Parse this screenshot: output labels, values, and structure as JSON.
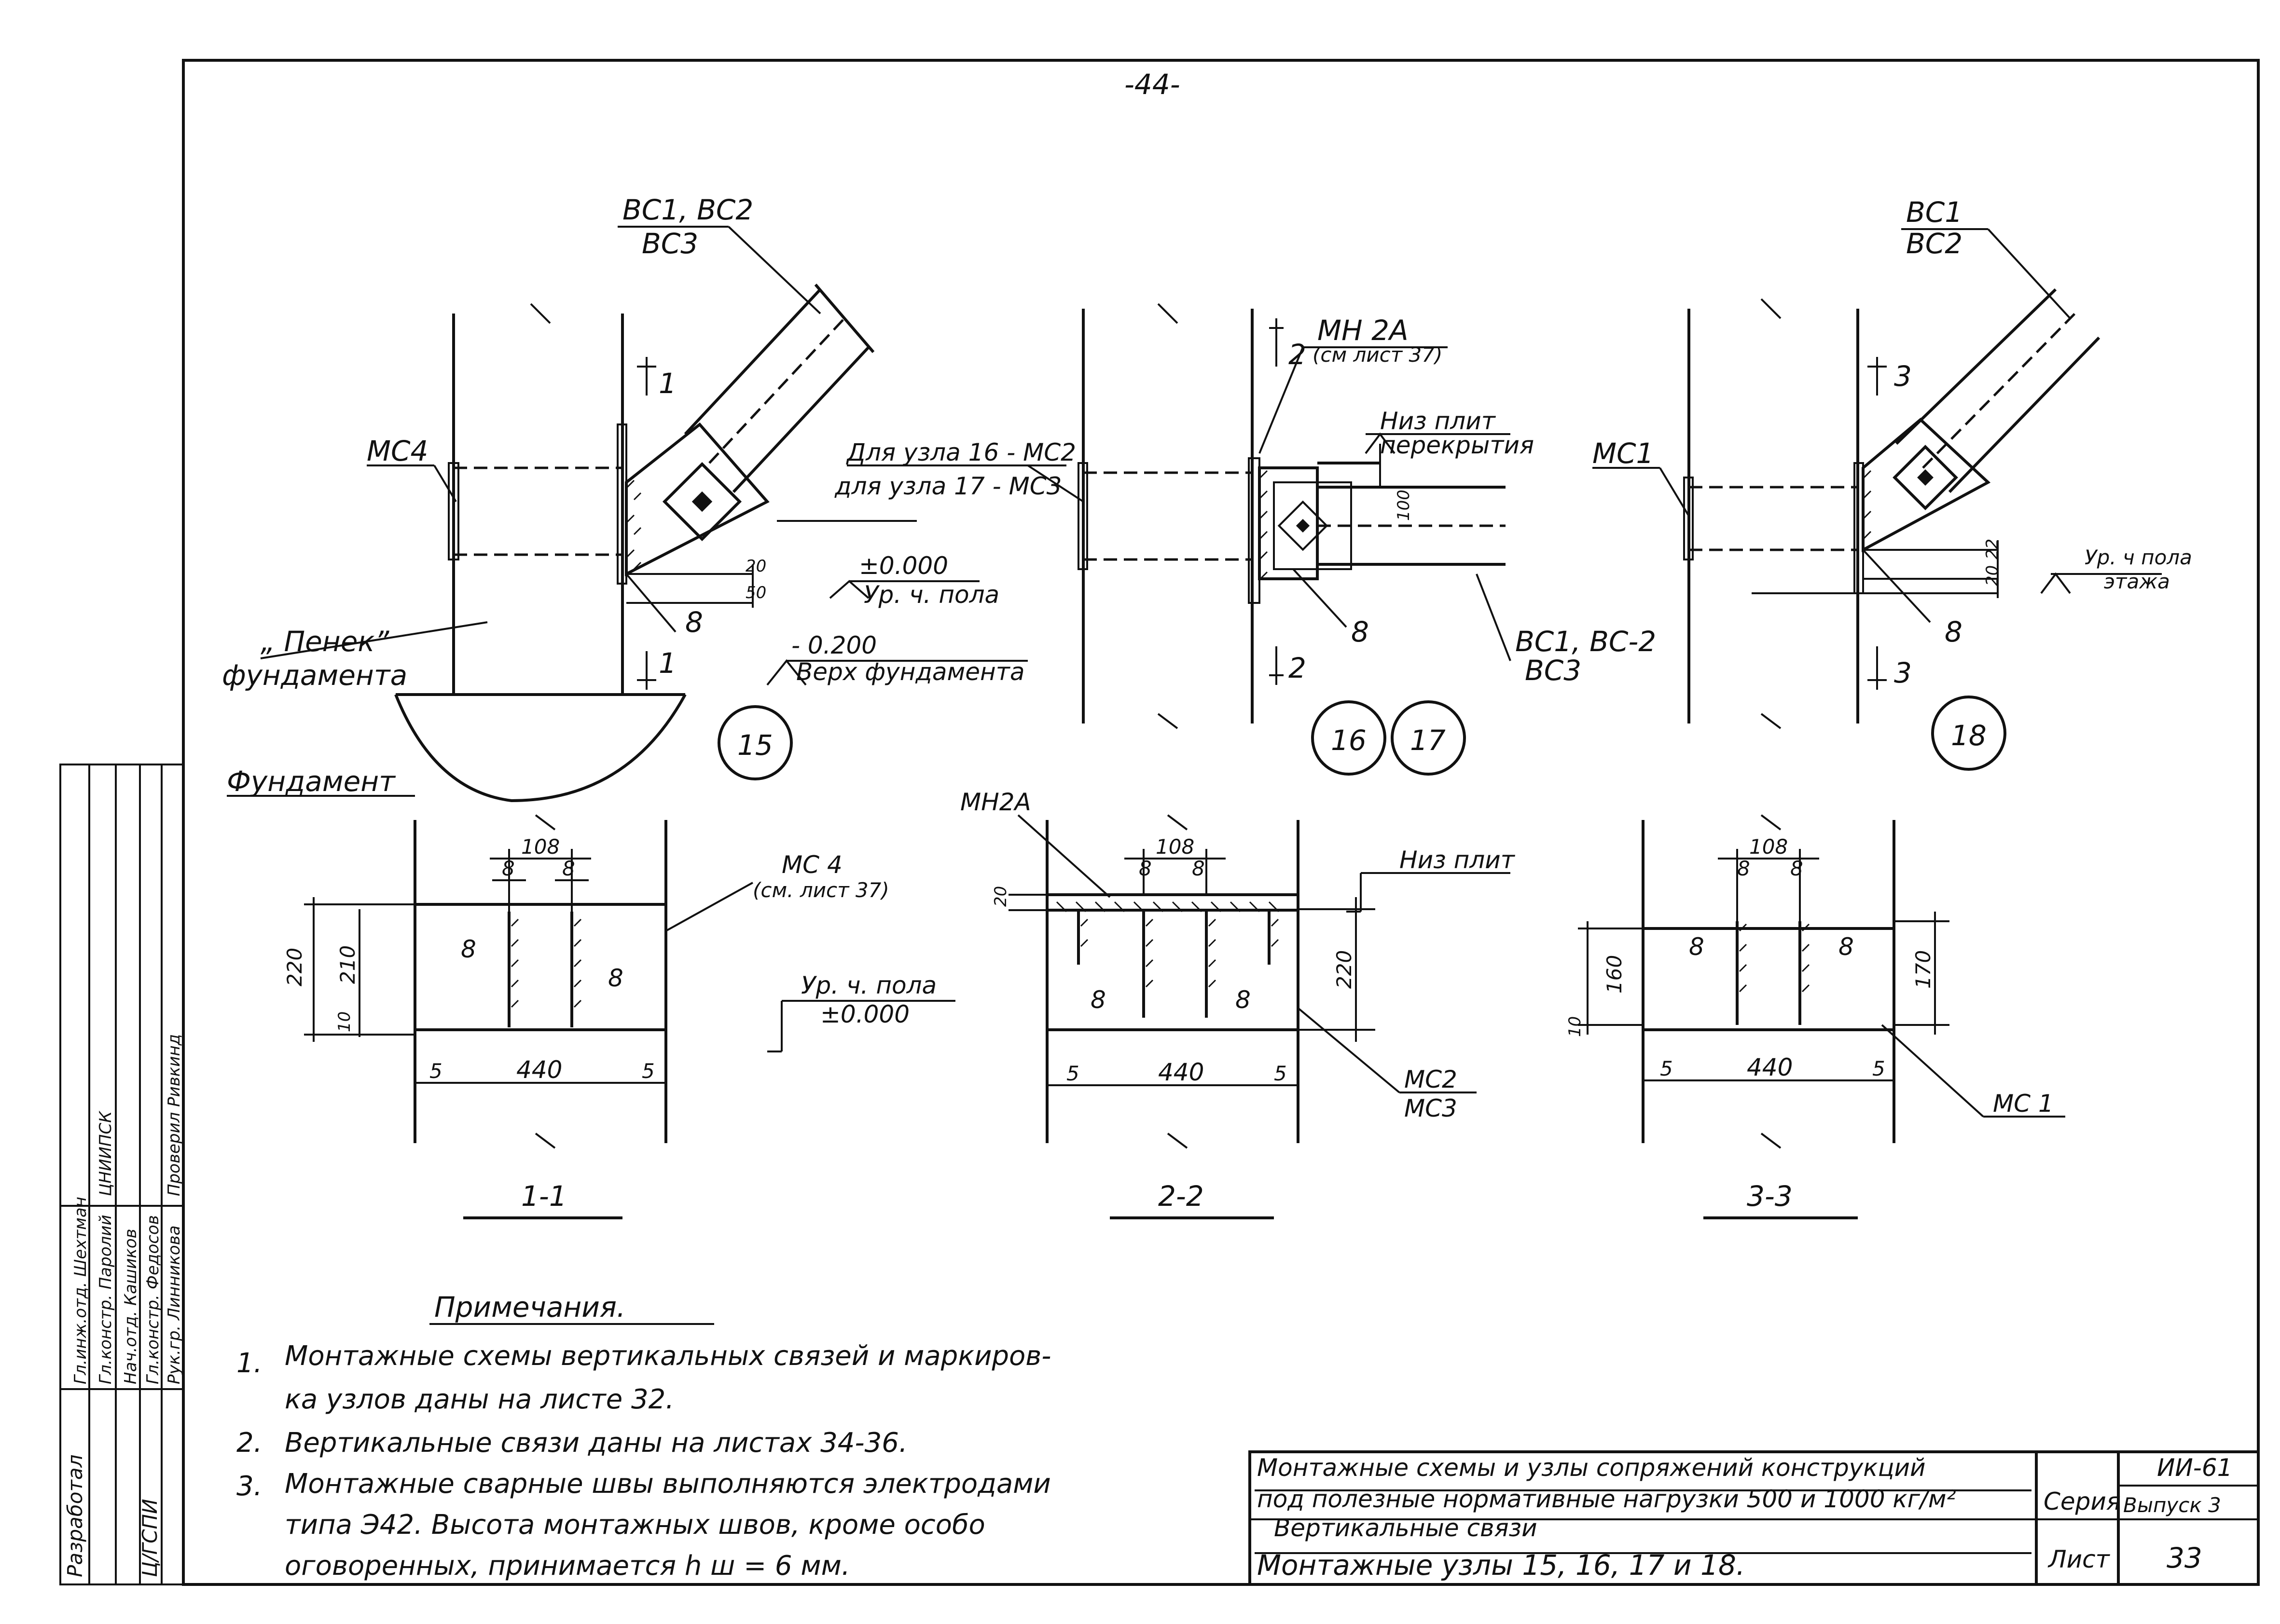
{
  "page_number": "-44-",
  "node15": {
    "brace_label_1": "ВС1, ВС2",
    "brace_label_2": "ВС3",
    "section_mark": "1",
    "plate_label": "МС4",
    "weld": "8",
    "level_1": "±0.000",
    "level_1_text": "Ур. ч. пола",
    "dim_50": "50",
    "dim_20": "20",
    "level_2": "- 0.200",
    "level_2_text": "Верх фундамента",
    "stump_1": "„ Пенек”",
    "stump_2": "фундамента",
    "foundation": "Фундамент",
    "node_number": "15"
  },
  "node16_17": {
    "note_1": "Для узла 16 - МС2",
    "note_2": "для узла 17 - МС3",
    "plate_label": "МН 2А",
    "plate_ref": "(см лист 37)",
    "slab_1": "Низ плит",
    "slab_2": "перекрытия",
    "dim_100": "100",
    "section_mark": "2",
    "weld": "8",
    "brace_label_1": "ВС1, ВС-2",
    "brace_label_2": "ВС3",
    "node_number_a": "16",
    "node_number_b": "17"
  },
  "node18": {
    "brace_label_1": "ВС1",
    "brace_label_2": "ВС2",
    "section_mark": "3",
    "plate_label": "МС1",
    "dim_22": "22",
    "dim_20": "20",
    "level_text_1": "Ур. ч пола",
    "level_text_2": "этажа",
    "weld": "8",
    "node_number": "18"
  },
  "section1": {
    "title": "1-1",
    "plate_label": "МС 4",
    "plate_ref": "(см. лист 37)",
    "dim_108": "108",
    "dim_8": "8",
    "dim_220": "220",
    "dim_210": "210",
    "dim_10": "10",
    "dim_5": "5",
    "dim_440": "440",
    "weld": "8",
    "level_text": "Ур. ч. пола",
    "level_value": "±0.000"
  },
  "section2": {
    "title": "2-2",
    "plate_top": "МН2А",
    "slab": "Низ плит",
    "dim_108": "108",
    "dim_8": "8",
    "dim_20": "20",
    "dim_220": "220",
    "dim_5": "5",
    "dim_440": "440",
    "weld": "8",
    "plate_label_1": "МС2",
    "plate_label_2": "МС3"
  },
  "section3": {
    "title": "3-3",
    "dim_108": "108",
    "dim_8": "8",
    "dim_160": "160",
    "dim_170": "170",
    "dim_10": "10",
    "dim_5": "5",
    "dim_440": "440",
    "weld": "8",
    "plate_label": "МС 1"
  },
  "notes": {
    "title": "Примечания.",
    "n1_num": "1.",
    "n1_line1": "Монтажные схемы вертикальных связей и маркиров-",
    "n1_line2": "ка узлов даны на листе 32.",
    "n2_num": "2.",
    "n2_line1": "Вертикальные связи даны на листах 34-36.",
    "n3_num": "3.",
    "n3_line1": "Монтажные сварные швы выполняются электродами",
    "n3_line2": "типа Э42. Высота монтажных швов, кроме особо",
    "n3_line3": "оговоренных, принимается  h ш = 6 мм."
  },
  "title_block": {
    "line1": "Монтажные схемы и узлы сопряжений конструкций",
    "line2": "под полезные нормативные нагрузки 500 и 1000 кг/м²",
    "line3": "Вертикальные   связи",
    "line4": "Монтажные      узлы      15, 16, 17 и 18.",
    "series_label": "Серия",
    "series_value": "ИИ-61",
    "issue": "Выпуск 3",
    "sheet_label": "Лист",
    "sheet_value": "33"
  },
  "stamp": {
    "col1": "Разработал",
    "col2": "ЦНИИПСК",
    "col3": "Ц/ГСПИ",
    "rows": [
      "Гл.инж.отд. Шехтман",
      "Гл.констр. Паролий",
      "Нач.отд. Кашиков",
      "Гл.констр. Федосов",
      "Рук.гр. Линникова"
    ],
    "right": "Проверил  Ривкинд"
  }
}
